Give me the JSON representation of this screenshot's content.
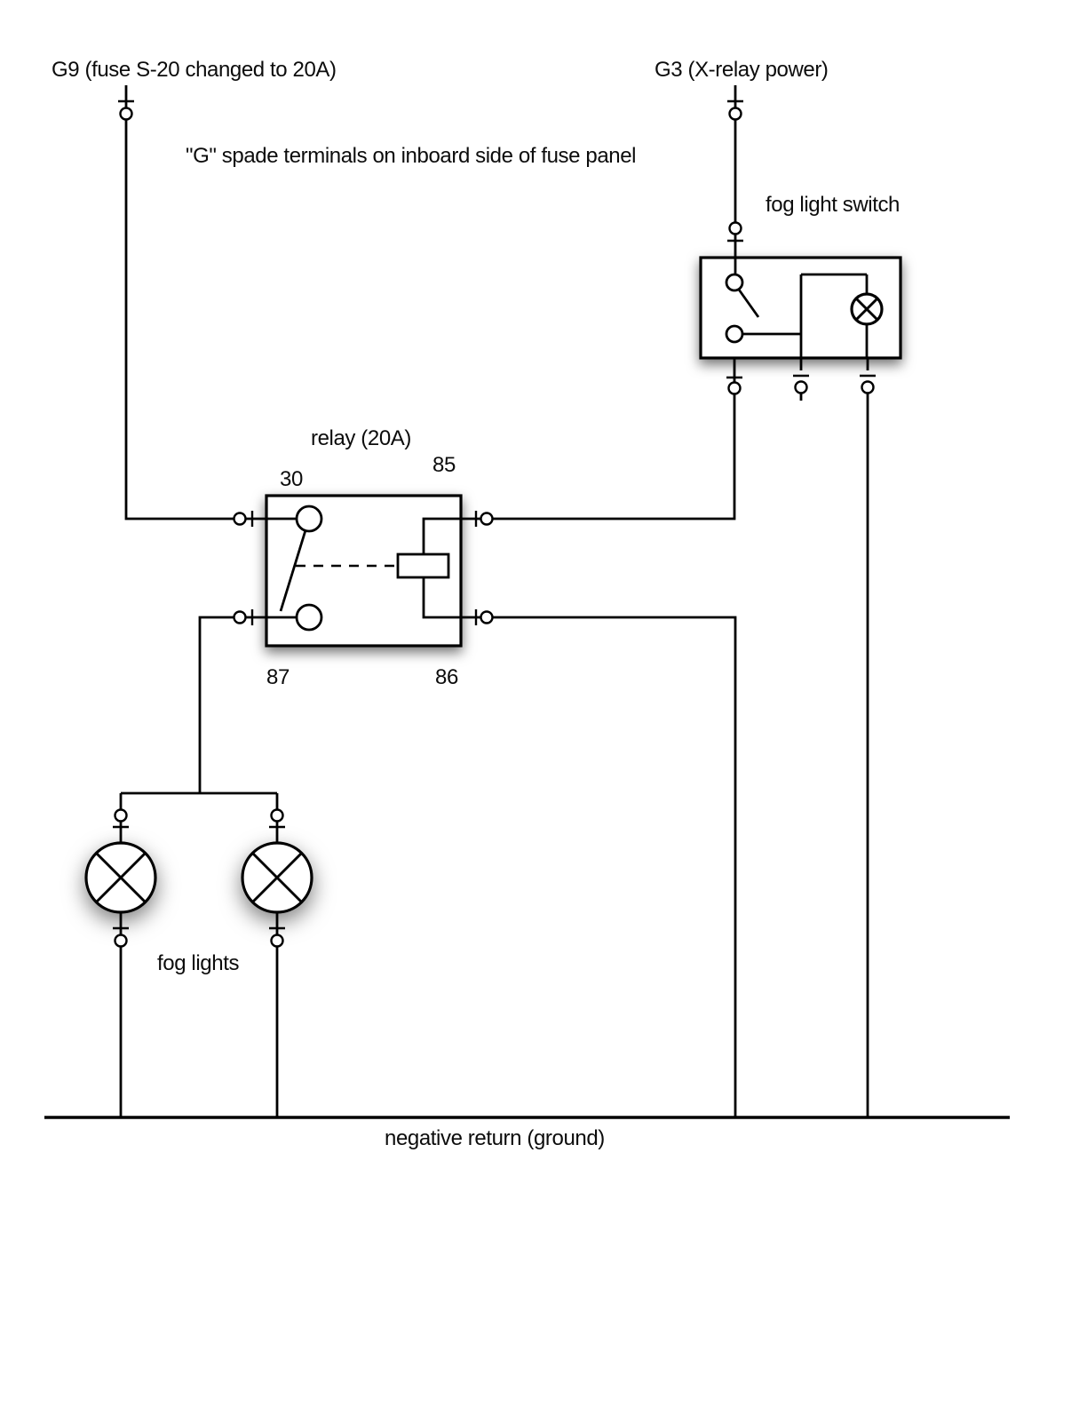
{
  "diagram": {
    "source_left": {
      "label": "G9 (fuse S-20 changed to 20A)"
    },
    "source_right": {
      "label": "G3 (X-relay power)"
    },
    "note": "\"G\" spade terminals on inboard side of fuse panel",
    "fog_light_switch": {
      "label": "fog light switch"
    },
    "relay": {
      "label": "relay (20A)",
      "pin30": "30",
      "pin85": "85",
      "pin87": "87",
      "pin86": "86"
    },
    "fog_lights": {
      "label": "fog lights"
    },
    "ground": {
      "label": "negative return (ground)"
    },
    "colors": {
      "line": "#000000",
      "background": "#ffffff"
    }
  }
}
